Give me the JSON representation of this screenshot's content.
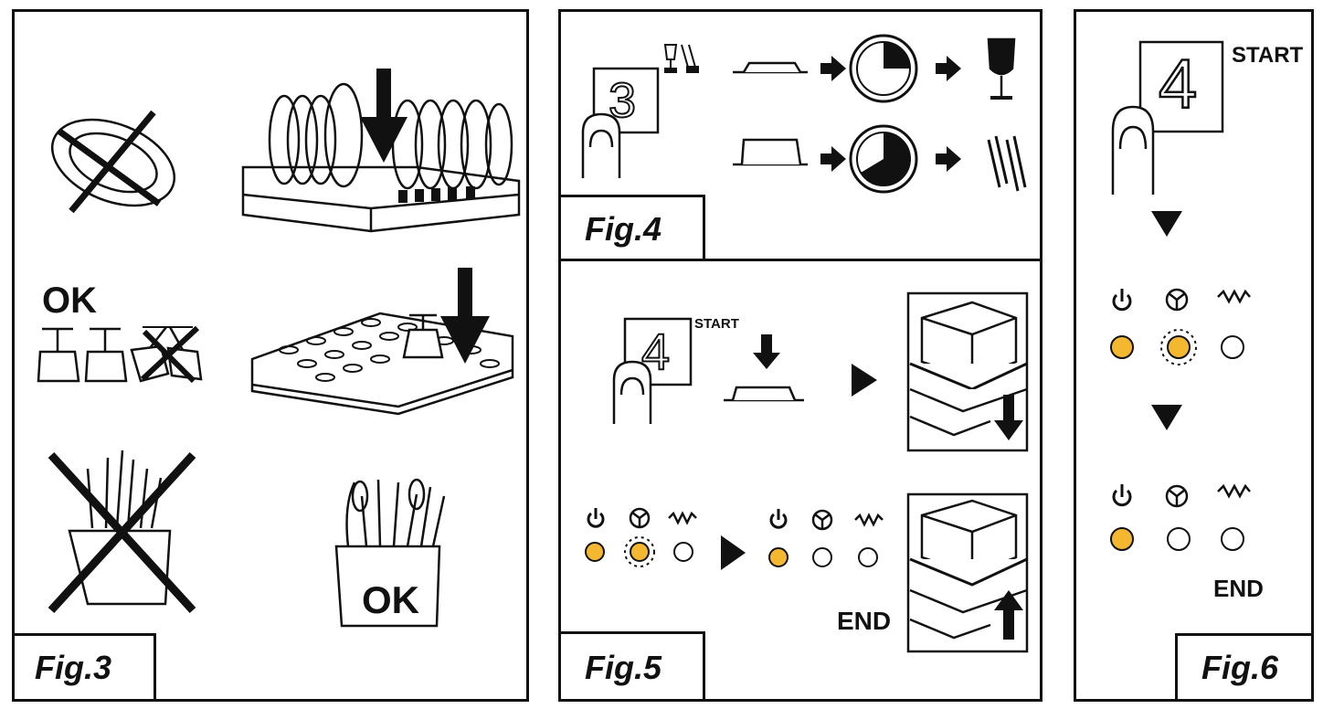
{
  "fig3": {
    "label": "Fig.3",
    "ok_glasses": "OK",
    "ok_cutlery": "OK"
  },
  "fig4": {
    "label": "Fig.4",
    "button_number": "3"
  },
  "fig5": {
    "label": "Fig.5",
    "button_number": "4",
    "start": "START",
    "end": "END"
  },
  "fig6": {
    "label": "Fig.6",
    "button_number": "4",
    "start": "START",
    "end": "END"
  },
  "colors": {
    "led_on": "#F3B830",
    "line": "#111111"
  },
  "icons": [
    "power-icon",
    "wash-cycle-icon",
    "heater-icon",
    "finger-icon",
    "arrow-right-icon",
    "triangle-down-icon",
    "wine-glass-icon",
    "glasses-icon",
    "timer-icon"
  ]
}
